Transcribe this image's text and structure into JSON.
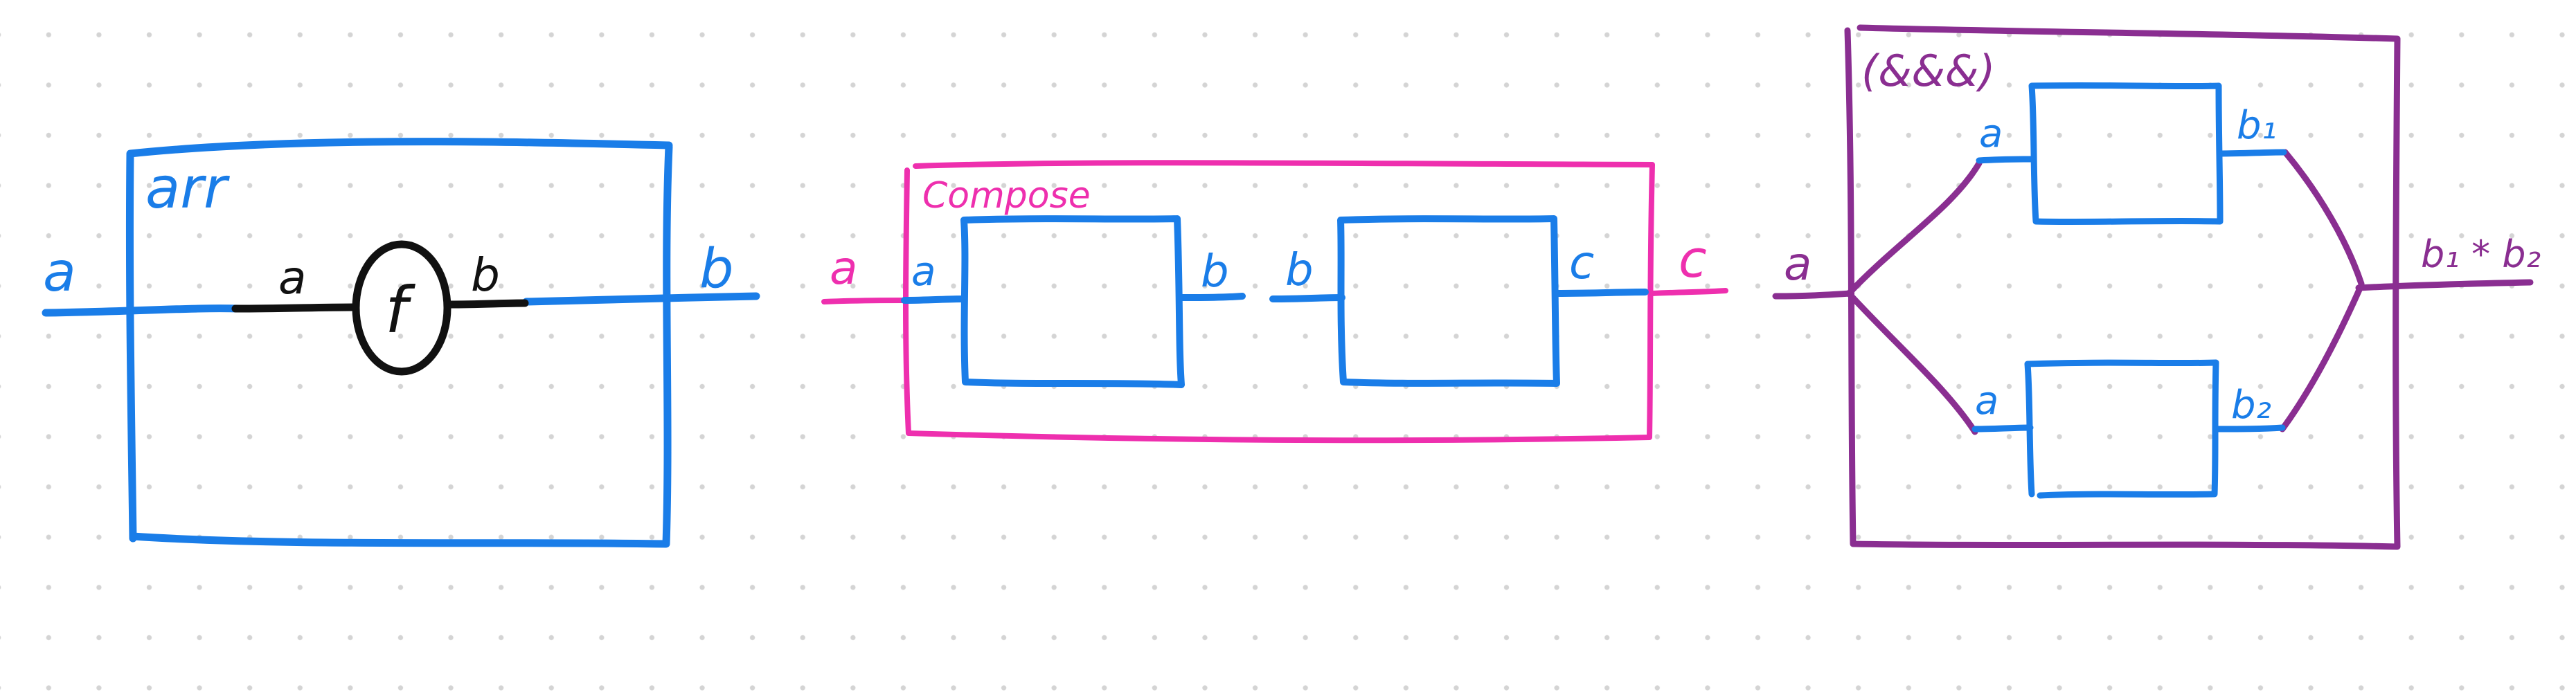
{
  "colors": {
    "blue": "#1a7de8",
    "pink": "#ee2fae",
    "purple": "#8a2e91",
    "black": "#111111",
    "dot_grid": "#d4d4d4"
  },
  "arr_diagram": {
    "title": "arr",
    "input_outer": "a",
    "output_outer": "b",
    "input_inner": "a",
    "output_inner": "b",
    "function": "f"
  },
  "compose_diagram": {
    "title": "Compose",
    "input_outer": "a",
    "output_outer": "c",
    "box1_in": "a",
    "box1_out": "b",
    "box2_in": "b",
    "box2_out": "c"
  },
  "fanout_diagram": {
    "title": "(&&&)",
    "input_outer": "a",
    "output_outer": "b₁ * b₂",
    "top_in": "a",
    "top_out": "b₁",
    "bottom_in": "a",
    "bottom_out": "b₂"
  }
}
